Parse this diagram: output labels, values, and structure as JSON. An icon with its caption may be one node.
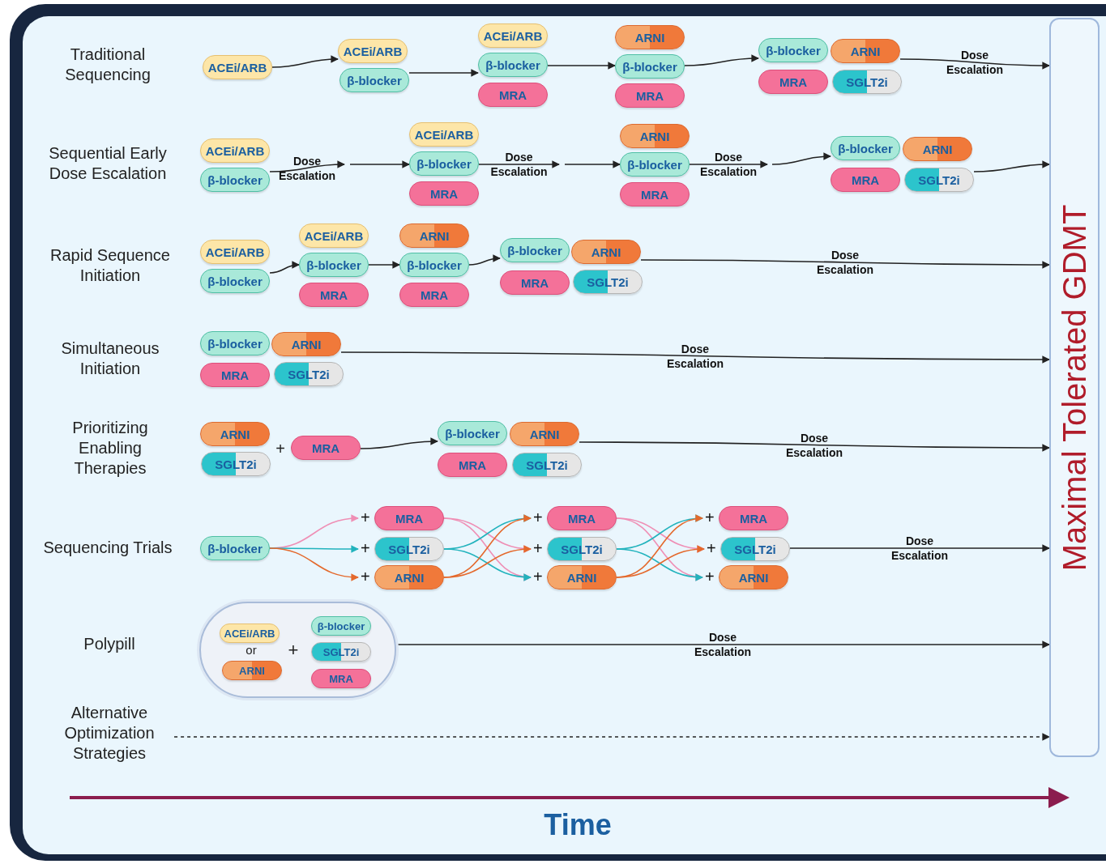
{
  "diagram": {
    "nodes": [
      {
        "text": [
          "ACEi/ARB"
        ]
      },
      {
        "text": [
          "ACEi/ARB"
        ]
      },
      {
        "text": [
          "β-blocker"
        ]
      },
      {
        "text": [
          "ACEi/ARB"
        ]
      },
      {
        "text": [
          "β-blocker"
        ]
      },
      {
        "text": [
          "MRA"
        ]
      },
      {
        "text": [
          "ARNI"
        ]
      },
      {
        "text": [
          "β-blocker"
        ]
      },
      {
        "text": [
          "MRA"
        ]
      },
      {
        "text": [
          "β-blocker"
        ]
      },
      {
        "text": [
          "ARNI"
        ]
      },
      {
        "text": [
          "MRA"
        ]
      },
      {
        "text": [
          "SGLT2i"
        ]
      },
      {
        "text": [
          "ACEi/ARB"
        ]
      },
      {
        "text": [
          "β-blocker"
        ]
      },
      {
        "text": [
          "ACEi/ARB"
        ]
      },
      {
        "text": [
          "β-blocker"
        ]
      },
      {
        "text": [
          "MRA"
        ]
      },
      {
        "text": [
          "ARNI"
        ]
      },
      {
        "text": [
          "β-blocker"
        ]
      },
      {
        "text": [
          "MRA"
        ]
      },
      {
        "text": [
          "β-blocker"
        ]
      },
      {
        "text": [
          "ARNI"
        ]
      },
      {
        "text": [
          "MRA"
        ]
      },
      {
        "text": [
          "SGLT2i"
        ]
      },
      {
        "text": [
          "ACEi/ARB"
        ]
      },
      {
        "text": [
          "β-blocker"
        ]
      },
      {
        "text": [
          "ACEi/ARB"
        ]
      },
      {
        "text": [
          "β-blocker"
        ]
      },
      {
        "text": [
          "MRA"
        ]
      },
      {
        "text": [
          "ARNI"
        ]
      },
      {
        "text": [
          "β-blocker"
        ]
      },
      {
        "text": [
          "MRA"
        ]
      },
      {
        "text": [
          "β-blocker"
        ]
      },
      {
        "text": [
          "ARNI"
        ]
      },
      {
        "text": [
          "MRA"
        ]
      },
      {
        "text": [
          "SGLT2i"
        ]
      },
      {
        "text": [
          "β-blocker"
        ]
      },
      {
        "text": [
          "ARNI"
        ]
      },
      {
        "text": [
          "MRA"
        ]
      },
      {
        "text": [
          "SGLT2i"
        ]
      },
      {
        "text": [
          "ARNI"
        ]
      },
      {
        "text": [
          "SGLT2i"
        ]
      },
      {
        "text": [
          "MRA"
        ]
      },
      {
        "text": [
          "β-blocker"
        ]
      },
      {
        "text": [
          "ARNI"
        ]
      },
      {
        "text": [
          "MRA"
        ]
      },
      {
        "text": [
          "SGLT2i"
        ]
      },
      {
        "text": [
          "β-blocker"
        ]
      },
      {
        "text": [
          "MRA"
        ],
        "beside": [
          "+"
        ]
      },
      {
        "text": [
          "SGLT2i"
        ],
        "beside": [
          "+"
        ]
      },
      {
        "text": [
          "ARNI"
        ],
        "beside": [
          "+"
        ]
      },
      {
        "text": [
          "MRA"
        ],
        "beside": [
          "+"
        ]
      },
      {
        "text": [
          "SGLT2i"
        ],
        "beside": [
          "+"
        ]
      },
      {
        "text": [
          "ARNI"
        ],
        "beside": [
          "+"
        ]
      },
      {
        "text": [
          "MRA"
        ],
        "beside": [
          "+"
        ]
      },
      {
        "text": [
          "SGLT2i"
        ],
        "beside": [
          "+"
        ]
      },
      {
        "text": [
          "ARNI"
        ],
        "beside": [
          "+"
        ]
      },
      {
        "text": [],
        "shape": "capsule"
      },
      {
        "text": [
          "ACEi/ARB"
        ],
        "in": 58
      },
      {
        "text": [
          "ARNI"
        ],
        "in": 58
      },
      {
        "text": [
          "β-blocker"
        ],
        "in": 58
      },
      {
        "text": [
          "SGLT2i"
        ],
        "in": 58
      },
      {
        "text": [
          "MRA"
        ],
        "in": 58
      },
      {
        "text": [
          "Alternative Optimization Strategies"
        ]
      },
      {
        "text": [
          "Maximal Tolerated GDMT"
        ]
      }
    ],
    "edges": [
      {
        "from": 0,
        "to": 1,
        "arrow": "to"
      },
      {
        "from": 2,
        "to": 4,
        "arrow": "to"
      },
      {
        "from": 4,
        "to": 7,
        "arrow": "to"
      },
      {
        "from": 7,
        "to": 9,
        "arrow": "to"
      },
      {
        "from": 10,
        "to": 65,
        "arrow": "to",
        "label": "Dose Escalation"
      },
      {
        "from": 14,
        "to": null,
        "arrow": "to",
        "label": "Dose Escalation"
      },
      {
        "from": null,
        "to": 16,
        "arrow": "to"
      },
      {
        "from": 16,
        "to": null,
        "arrow": "to",
        "label": "Dose Escalation"
      },
      {
        "from": null,
        "to": 19,
        "arrow": "to"
      },
      {
        "from": 19,
        "to": null,
        "arrow": "to",
        "label": "Dose Escalation"
      },
      {
        "from": null,
        "to": 21,
        "arrow": "to"
      },
      {
        "from": 24,
        "to": 65,
        "arrow": "to"
      },
      {
        "from": 26,
        "to": 28,
        "arrow": "to"
      },
      {
        "from": 28,
        "to": 31,
        "arrow": "to"
      },
      {
        "from": 31,
        "to": 33,
        "arrow": "to"
      },
      {
        "from": 34,
        "to": 65,
        "arrow": "to",
        "label": "Dose Escalation"
      },
      {
        "from": 38,
        "to": 65,
        "arrow": "to",
        "label": "Dose Escalation"
      },
      {
        "from": 43,
        "to": 44,
        "arrow": "to"
      },
      {
        "from": 45,
        "to": 65,
        "arrow": "to",
        "label": "Dose Escalation"
      },
      {
        "from": 48,
        "to": 49,
        "arrow": "to",
        "color": "#ef8fb5"
      },
      {
        "from": 48,
        "to": 50,
        "arrow": "to",
        "color": "#22b3bd"
      },
      {
        "from": 48,
        "to": 51,
        "arrow": "to",
        "color": "#e4692c"
      },
      {
        "from": 49,
        "to": 53,
        "arrow": "to",
        "color": "#ef8fb5"
      },
      {
        "from": 49,
        "to": 54,
        "arrow": "to",
        "color": "#ef8fb5"
      },
      {
        "from": 50,
        "to": 52,
        "arrow": "to",
        "color": "#22b3bd"
      },
      {
        "from": 50,
        "to": 54,
        "arrow": "to",
        "color": "#22b3bd"
      },
      {
        "from": 51,
        "to": 52,
        "arrow": "to",
        "color": "#e4692c"
      },
      {
        "from": 51,
        "to": 53,
        "arrow": "to",
        "color": "#e4692c"
      },
      {
        "from": 52,
        "to": 56,
        "arrow": "to",
        "color": "#ef8fb5"
      },
      {
        "from": 52,
        "to": 57,
        "arrow": "to",
        "color": "#ef8fb5"
      },
      {
        "from": 53,
        "to": 55,
        "arrow": "to",
        "color": "#22b3bd"
      },
      {
        "from": 53,
        "to": 57,
        "arrow": "to",
        "color": "#22b3bd"
      },
      {
        "from": 54,
        "to": 55,
        "arrow": "to",
        "color": "#e4692c"
      },
      {
        "from": 54,
        "to": 56,
        "arrow": "to",
        "color": "#e4692c"
      },
      {
        "from": 56,
        "to": 65,
        "arrow": "to",
        "label": "Dose Escalation"
      },
      {
        "from": 58,
        "to": 65,
        "arrow": "to",
        "label": "Dose Escalation"
      },
      {
        "from": 64,
        "to": 65,
        "arrow": "to",
        "style": "dashed"
      }
    ],
    "labels": [
      "Traditional Sequencing",
      "Sequential Early Dose Escalation",
      "Rapid Sequence Initiation",
      "Simultaneous Initiation",
      "Prioritizing Enabling Therapies",
      "+",
      "Sequencing Trials",
      "Polypill",
      "or",
      "+",
      "Time"
    ]
  }
}
